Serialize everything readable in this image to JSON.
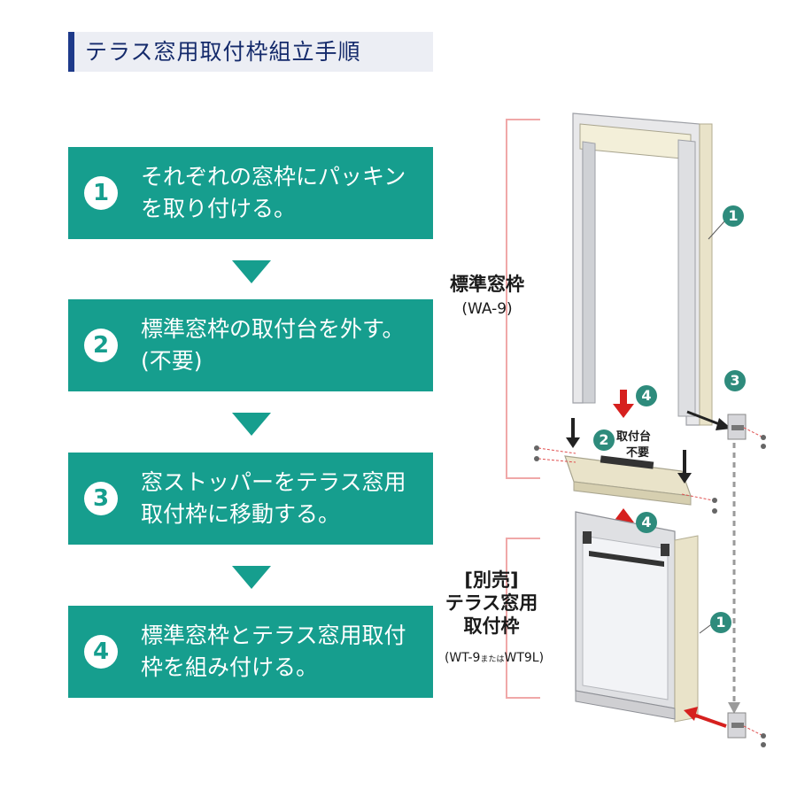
{
  "title": "テラス窓用取付枠組立手順",
  "steps": [
    {
      "number": "1",
      "text": "それぞれの窓枠にパッキンを取り付ける。"
    },
    {
      "number": "2",
      "text": "標準窓枠の取付台を外す。(不要)"
    },
    {
      "number": "3",
      "text": "窓ストッパーをテラス窓用取付枠に移動する。"
    },
    {
      "number": "4",
      "text": "標準窓枠とテラス窓用取付枠を組み付ける。"
    }
  ],
  "diagram": {
    "standard_frame": {
      "name": "標準窓枠",
      "model": "(WA-9)"
    },
    "terrace_frame": {
      "tag": "[別売]",
      "name_line1": "テラス窓用",
      "name_line2": "取付枠",
      "model_prefix": "(WT-9",
      "model_or": "または",
      "model_suffix": "WT9L)"
    },
    "callouts": {
      "c1_top": "1",
      "c1_bottom": "1",
      "c2": "2",
      "c3": "3",
      "c4_top": "4",
      "c4_bottom": "4"
    },
    "c2_label_line1": "取付台",
    "c2_label_line2": "不要",
    "colors": {
      "teal": "#169e8e",
      "navy": "#1e3a8a",
      "bracket": "#f0a8a8",
      "red_arrow": "#d6201e",
      "frame_cream": "#e9e3c9"
    }
  }
}
